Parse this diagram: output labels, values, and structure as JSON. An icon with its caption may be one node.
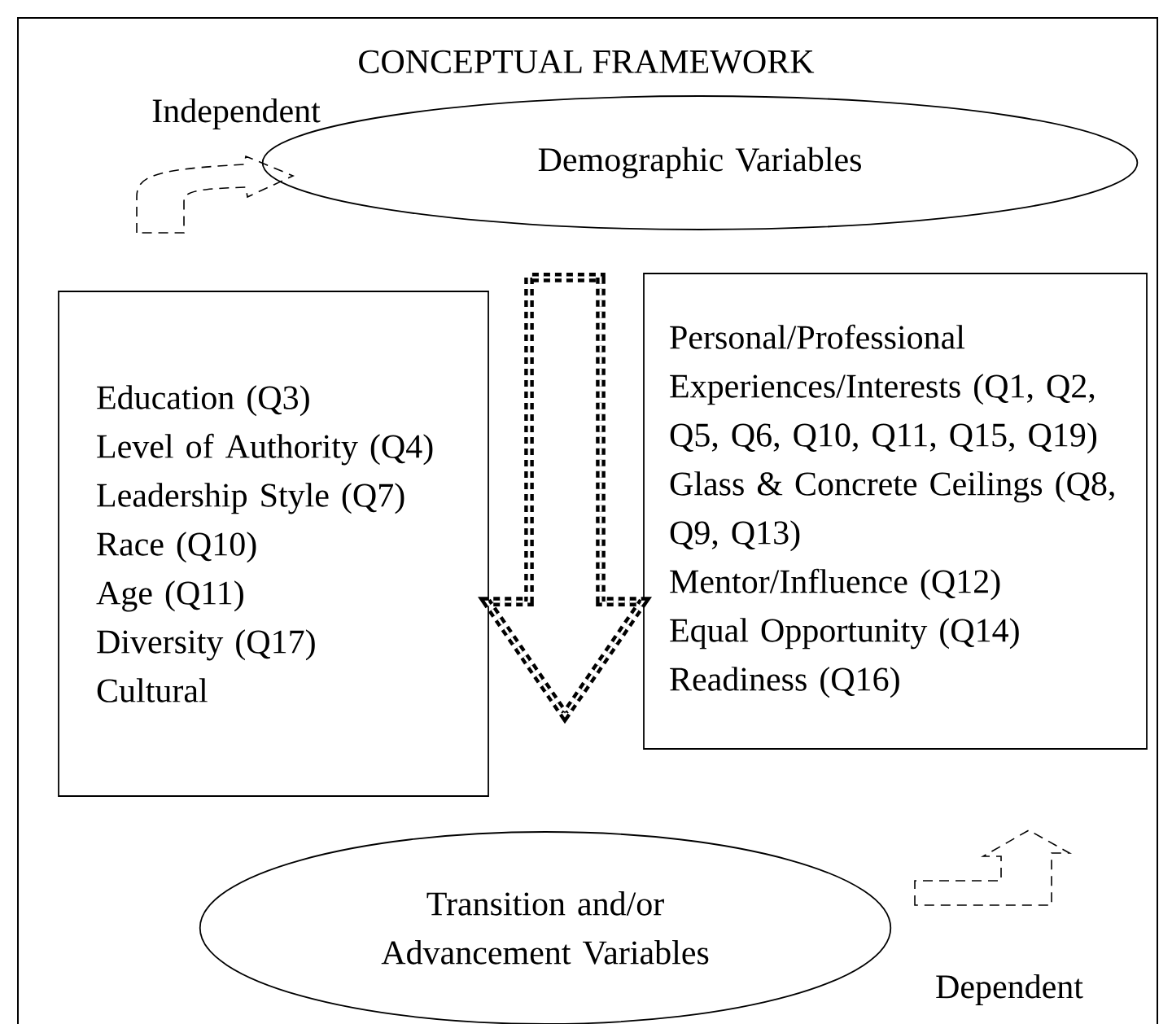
{
  "diagram": {
    "title": "CONCEPTUAL FRAMEWORK",
    "nodes": [
      {
        "text": [
          "Demographic Variables"
        ]
      },
      {
        "text": [
          "Education (Q3)",
          "Level of Authority (Q4)",
          "Leadership Style (Q7)",
          "Race (Q10)",
          "Age (Q11)",
          "Diversity (Q17)",
          "Cultural"
        ]
      },
      {
        "text": [
          "Personal/Professional Experiences/Interests (Q1, Q2, Q5, Q6, Q10, Q11, Q15, Q19)",
          "Glass & Concrete Ceilings (Q8, Q9, Q13)",
          "Mentor/Influence (Q12)",
          "Equal Opportunity (Q14)",
          "Readiness (Q16)"
        ]
      },
      {
        "text": [
          "Transition and/or Advancement Variables"
        ]
      }
    ],
    "edges": [
      {
        "from": 0,
        "to": 3,
        "arrow": "to",
        "style": "dashed"
      }
    ],
    "labels": [
      "Independent",
      "Dependent"
    ]
  }
}
